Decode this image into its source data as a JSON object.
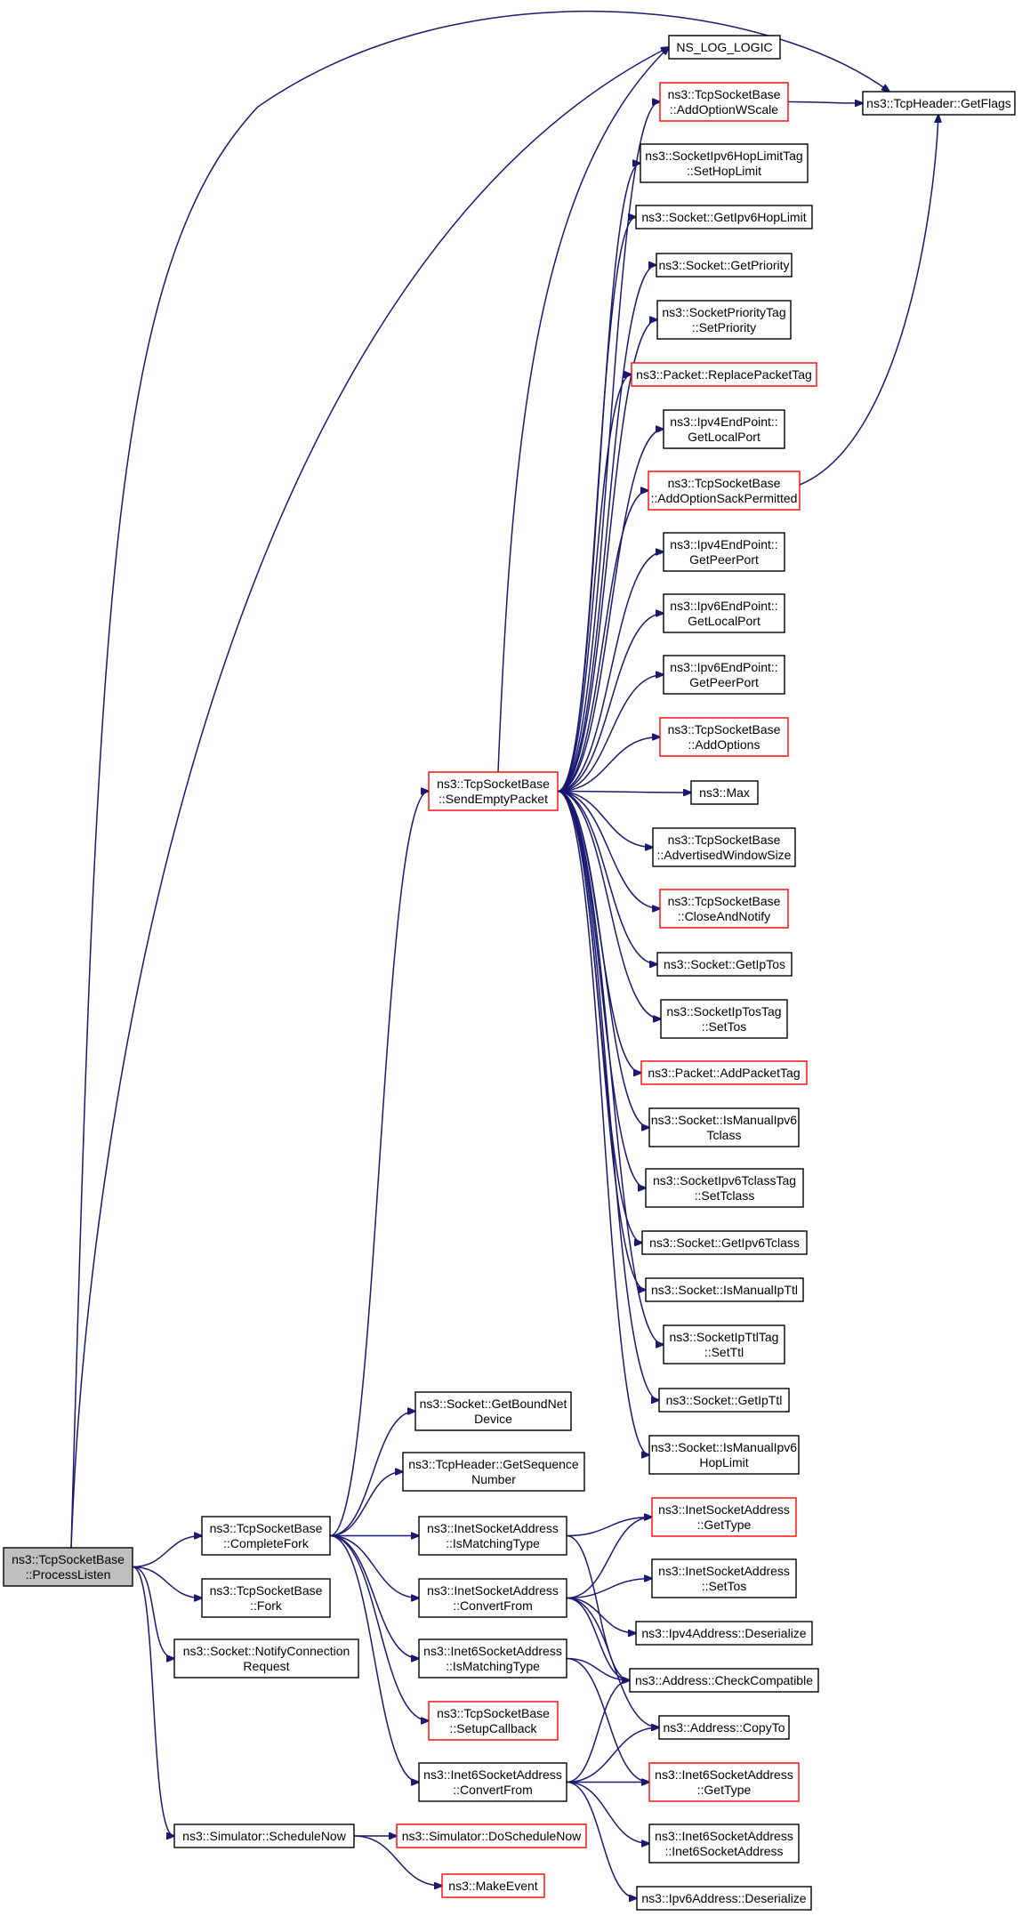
{
  "colors": {
    "edge": "#191970",
    "node_border": "#000000",
    "node_border_incomplete": "#ff0000",
    "node_fill": "#ffffff",
    "root_fill": "#bfbfbf"
  },
  "nodes": [
    {
      "id": "process_listen",
      "lines": [
        "ns3::TcpSocketBase",
        "::ProcessListen"
      ],
      "style": "root"
    },
    {
      "id": "complete_fork",
      "lines": [
        "ns3::TcpSocketBase",
        "::CompleteFork"
      ],
      "style": "normal"
    },
    {
      "id": "fork",
      "lines": [
        "ns3::TcpSocketBase",
        "::Fork"
      ],
      "style": "normal"
    },
    {
      "id": "notify_connection_request",
      "lines": [
        "ns3::Socket::NotifyConnection",
        "Request"
      ],
      "style": "normal"
    },
    {
      "id": "schedule_now",
      "lines": [
        "ns3::Simulator::ScheduleNow"
      ],
      "style": "normal"
    },
    {
      "id": "send_empty_packet",
      "lines": [
        "ns3::TcpSocketBase",
        "::SendEmptyPacket"
      ],
      "style": "incomplete"
    },
    {
      "id": "get_bound_net_device",
      "lines": [
        "ns3::Socket::GetBoundNet",
        "Device"
      ],
      "style": "normal"
    },
    {
      "id": "get_sequence_number",
      "lines": [
        "ns3::TcpHeader::GetSequence",
        "Number"
      ],
      "style": "normal"
    },
    {
      "id": "inet_is_matching_type",
      "lines": [
        "ns3::InetSocketAddress",
        "::IsMatchingType"
      ],
      "style": "normal"
    },
    {
      "id": "inet_convert_from",
      "lines": [
        "ns3::InetSocketAddress",
        "::ConvertFrom"
      ],
      "style": "normal"
    },
    {
      "id": "inet6_is_matching_type",
      "lines": [
        "ns3::Inet6SocketAddress",
        "::IsMatchingType"
      ],
      "style": "normal"
    },
    {
      "id": "setup_callback",
      "lines": [
        "ns3::TcpSocketBase",
        "::SetupCallback"
      ],
      "style": "incomplete"
    },
    {
      "id": "inet6_convert_from",
      "lines": [
        "ns3::Inet6SocketAddress",
        "::ConvertFrom"
      ],
      "style": "normal"
    },
    {
      "id": "do_schedule_now",
      "lines": [
        "ns3::Simulator::DoScheduleNow"
      ],
      "style": "incomplete"
    },
    {
      "id": "make_event",
      "lines": [
        "ns3::MakeEvent"
      ],
      "style": "incomplete"
    },
    {
      "id": "ns_log_logic",
      "lines": [
        "NS_LOG_LOGIC"
      ],
      "style": "normal"
    },
    {
      "id": "add_option_wscale",
      "lines": [
        "ns3::TcpSocketBase",
        "::AddOptionWScale"
      ],
      "style": "incomplete"
    },
    {
      "id": "set_hop_limit",
      "lines": [
        "ns3::SocketIpv6HopLimitTag",
        "::SetHopLimit"
      ],
      "style": "normal"
    },
    {
      "id": "get_ipv6_hop_limit",
      "lines": [
        "ns3::Socket::GetIpv6HopLimit"
      ],
      "style": "normal"
    },
    {
      "id": "get_priority",
      "lines": [
        "ns3::Socket::GetPriority"
      ],
      "style": "normal"
    },
    {
      "id": "set_priority",
      "lines": [
        "ns3::SocketPriorityTag",
        "::SetPriority"
      ],
      "style": "normal"
    },
    {
      "id": "replace_packet_tag",
      "lines": [
        "ns3::Packet::ReplacePacketTag"
      ],
      "style": "incomplete"
    },
    {
      "id": "ipv4_get_local_port",
      "lines": [
        "ns3::Ipv4EndPoint::",
        "GetLocalPort"
      ],
      "style": "normal"
    },
    {
      "id": "add_option_sack_permitted",
      "lines": [
        "ns3::TcpSocketBase",
        "::AddOptionSackPermitted"
      ],
      "style": "incomplete"
    },
    {
      "id": "ipv4_get_peer_port",
      "lines": [
        "ns3::Ipv4EndPoint::",
        "GetPeerPort"
      ],
      "style": "normal"
    },
    {
      "id": "ipv6_get_local_port",
      "lines": [
        "ns3::Ipv6EndPoint::",
        "GetLocalPort"
      ],
      "style": "normal"
    },
    {
      "id": "ipv6_get_peer_port",
      "lines": [
        "ns3::Ipv6EndPoint::",
        "GetPeerPort"
      ],
      "style": "normal"
    },
    {
      "id": "add_options",
      "lines": [
        "ns3::TcpSocketBase",
        "::AddOptions"
      ],
      "style": "incomplete"
    },
    {
      "id": "max",
      "lines": [
        "ns3::Max"
      ],
      "style": "normal"
    },
    {
      "id": "advertised_window_size",
      "lines": [
        "ns3::TcpSocketBase",
        "::AdvertisedWindowSize"
      ],
      "style": "normal"
    },
    {
      "id": "close_and_notify",
      "lines": [
        "ns3::TcpSocketBase",
        "::CloseAndNotify"
      ],
      "style": "incomplete"
    },
    {
      "id": "get_ip_tos",
      "lines": [
        "ns3::Socket::GetIpTos"
      ],
      "style": "normal"
    },
    {
      "id": "set_tos_tag",
      "lines": [
        "ns3::SocketIpTosTag",
        "::SetTos"
      ],
      "style": "normal"
    },
    {
      "id": "add_packet_tag",
      "lines": [
        "ns3::Packet::AddPacketTag"
      ],
      "style": "incomplete"
    },
    {
      "id": "is_manual_ipv6_tclass",
      "lines": [
        "ns3::Socket::IsManualIpv6",
        "Tclass"
      ],
      "style": "normal"
    },
    {
      "id": "set_tclass",
      "lines": [
        "ns3::SocketIpv6TclassTag",
        "::SetTclass"
      ],
      "style": "normal"
    },
    {
      "id": "get_ipv6_tclass",
      "lines": [
        "ns3::Socket::GetIpv6Tclass"
      ],
      "style": "normal"
    },
    {
      "id": "is_manual_ip_ttl",
      "lines": [
        "ns3::Socket::IsManualIpTtl"
      ],
      "style": "normal"
    },
    {
      "id": "set_ttl",
      "lines": [
        "ns3::SocketIpTtlTag",
        "::SetTtl"
      ],
      "style": "normal"
    },
    {
      "id": "get_ip_ttl",
      "lines": [
        "ns3::Socket::GetIpTtl"
      ],
      "style": "normal"
    },
    {
      "id": "is_manual_ipv6_hop_limit",
      "lines": [
        "ns3::Socket::IsManualIpv6",
        "HopLimit"
      ],
      "style": "normal"
    },
    {
      "id": "get_flags",
      "lines": [
        "ns3::TcpHeader::GetFlags"
      ],
      "style": "normal"
    },
    {
      "id": "inet_get_type",
      "lines": [
        "ns3::InetSocketAddress",
        "::GetType"
      ],
      "style": "incomplete"
    },
    {
      "id": "inet_set_tos",
      "lines": [
        "ns3::InetSocketAddress",
        "::SetTos"
      ],
      "style": "normal"
    },
    {
      "id": "ipv4_deserialize",
      "lines": [
        "ns3::Ipv4Address::Deserialize"
      ],
      "style": "normal"
    },
    {
      "id": "check_compatible",
      "lines": [
        "ns3::Address::CheckCompatible"
      ],
      "style": "normal"
    },
    {
      "id": "copy_to",
      "lines": [
        "ns3::Address::CopyTo"
      ],
      "style": "normal"
    },
    {
      "id": "inet6_get_type",
      "lines": [
        "ns3::Inet6SocketAddress",
        "::GetType"
      ],
      "style": "incomplete"
    },
    {
      "id": "inet6_ctor",
      "lines": [
        "ns3::Inet6SocketAddress",
        "::Inet6SocketAddress"
      ],
      "style": "normal"
    },
    {
      "id": "ipv6_deserialize",
      "lines": [
        "ns3::Ipv6Address::Deserialize"
      ],
      "style": "normal"
    }
  ],
  "edges": [
    [
      "process_listen",
      "complete_fork"
    ],
    [
      "process_listen",
      "fork"
    ],
    [
      "process_listen",
      "notify_connection_request"
    ],
    [
      "process_listen",
      "schedule_now"
    ],
    [
      "process_listen",
      "ns_log_logic"
    ],
    [
      "process_listen",
      "get_flags"
    ],
    [
      "complete_fork",
      "send_empty_packet"
    ],
    [
      "complete_fork",
      "get_bound_net_device"
    ],
    [
      "complete_fork",
      "get_sequence_number"
    ],
    [
      "complete_fork",
      "inet_is_matching_type"
    ],
    [
      "complete_fork",
      "inet_convert_from"
    ],
    [
      "complete_fork",
      "inet6_is_matching_type"
    ],
    [
      "complete_fork",
      "setup_callback"
    ],
    [
      "complete_fork",
      "inet6_convert_from"
    ],
    [
      "schedule_now",
      "do_schedule_now"
    ],
    [
      "schedule_now",
      "make_event"
    ],
    [
      "send_empty_packet",
      "ns_log_logic"
    ],
    [
      "send_empty_packet",
      "add_option_wscale"
    ],
    [
      "send_empty_packet",
      "set_hop_limit"
    ],
    [
      "send_empty_packet",
      "get_ipv6_hop_limit"
    ],
    [
      "send_empty_packet",
      "get_priority"
    ],
    [
      "send_empty_packet",
      "set_priority"
    ],
    [
      "send_empty_packet",
      "replace_packet_tag"
    ],
    [
      "send_empty_packet",
      "ipv4_get_local_port"
    ],
    [
      "send_empty_packet",
      "add_option_sack_permitted"
    ],
    [
      "send_empty_packet",
      "ipv4_get_peer_port"
    ],
    [
      "send_empty_packet",
      "ipv6_get_local_port"
    ],
    [
      "send_empty_packet",
      "ipv6_get_peer_port"
    ],
    [
      "send_empty_packet",
      "add_options"
    ],
    [
      "send_empty_packet",
      "max"
    ],
    [
      "send_empty_packet",
      "advertised_window_size"
    ],
    [
      "send_empty_packet",
      "close_and_notify"
    ],
    [
      "send_empty_packet",
      "get_ip_tos"
    ],
    [
      "send_empty_packet",
      "set_tos_tag"
    ],
    [
      "send_empty_packet",
      "add_packet_tag"
    ],
    [
      "send_empty_packet",
      "is_manual_ipv6_tclass"
    ],
    [
      "send_empty_packet",
      "set_tclass"
    ],
    [
      "send_empty_packet",
      "get_ipv6_tclass"
    ],
    [
      "send_empty_packet",
      "is_manual_ip_ttl"
    ],
    [
      "send_empty_packet",
      "set_ttl"
    ],
    [
      "send_empty_packet",
      "get_ip_ttl"
    ],
    [
      "send_empty_packet",
      "is_manual_ipv6_hop_limit"
    ],
    [
      "add_option_wscale",
      "get_flags"
    ],
    [
      "add_option_sack_permitted",
      "get_flags"
    ],
    [
      "inet_is_matching_type",
      "inet_get_type"
    ],
    [
      "inet_is_matching_type",
      "check_compatible"
    ],
    [
      "inet_convert_from",
      "inet_get_type"
    ],
    [
      "inet_convert_from",
      "inet_set_tos"
    ],
    [
      "inet_convert_from",
      "ipv4_deserialize"
    ],
    [
      "inet_convert_from",
      "check_compatible"
    ],
    [
      "inet_convert_from",
      "copy_to"
    ],
    [
      "inet6_is_matching_type",
      "check_compatible"
    ],
    [
      "inet6_is_matching_type",
      "inet6_get_type"
    ],
    [
      "inet6_convert_from",
      "check_compatible"
    ],
    [
      "inet6_convert_from",
      "copy_to"
    ],
    [
      "inet6_convert_from",
      "inet6_get_type"
    ],
    [
      "inet6_convert_from",
      "inet6_ctor"
    ],
    [
      "inet6_convert_from",
      "ipv6_deserialize"
    ]
  ]
}
